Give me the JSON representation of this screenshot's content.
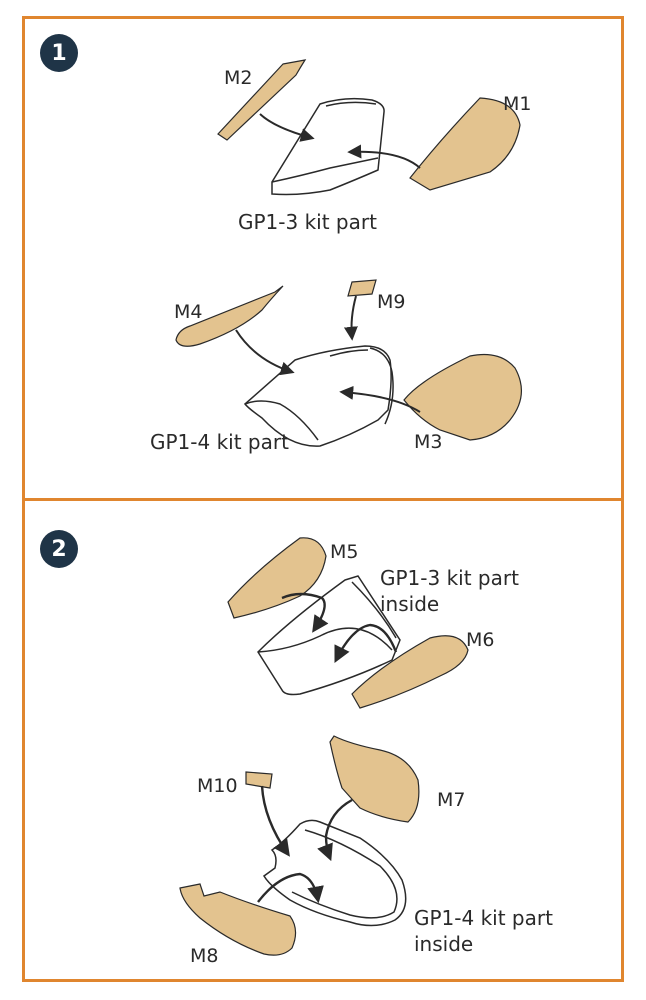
{
  "steps": [
    {
      "number": "1",
      "kit_parts": [
        "GP1-3 kit part",
        "GP1-4 kit part"
      ],
      "masks": [
        "M1",
        "M2",
        "M3",
        "M4",
        "M9"
      ]
    },
    {
      "number": "2",
      "kit_parts": [
        "GP1-3 kit part",
        "inside",
        "GP1-4 kit part",
        "inside"
      ],
      "masks": [
        "M5",
        "M6",
        "M7",
        "M8",
        "M10"
      ]
    }
  ],
  "colors": {
    "frame": "#e0862f",
    "badge": "#1f3447",
    "mask_fill": "#e3c38f",
    "line": "#2a2a2a"
  }
}
